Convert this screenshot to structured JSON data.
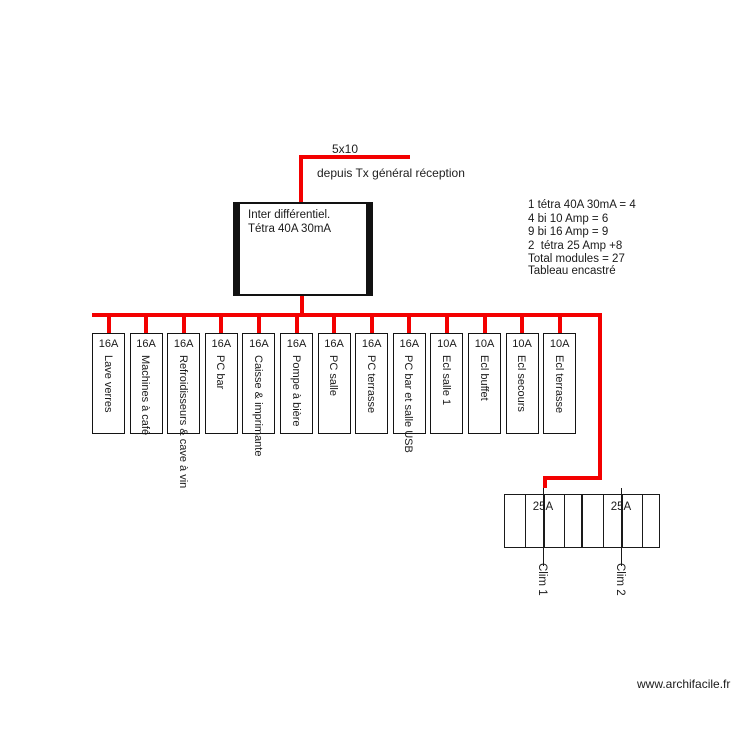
{
  "page": {
    "footer": "www.archifacile.fr"
  },
  "feed": {
    "cable_label": "5x10",
    "source_label": "depuis Tx général réception"
  },
  "main_device": {
    "line1": "Inter différentiel.",
    "line2": "Tétra 40A 30mA",
    "text": "Inter différentiel.\nTétra 40A 30mA"
  },
  "legend": {
    "lines": "1 tétra 40A 30mA = 4\n4 bi 10 Amp = 6\n9 bi 16 Amp = 9\n2  tétra 25 Amp +8\nTotal modules = 27",
    "note": "Tableau encastré"
  },
  "breakers": [
    {
      "rating": "16A",
      "name": "Lave verres"
    },
    {
      "rating": "16A",
      "name": "Machines à café"
    },
    {
      "rating": "16A",
      "name": "Refroidisseurs & cave à vin"
    },
    {
      "rating": "16A",
      "name": "PC bar"
    },
    {
      "rating": "16A",
      "name": "Caisse & imprimante"
    },
    {
      "rating": "16A",
      "name": "Pompe à bière"
    },
    {
      "rating": "16A",
      "name": "PC salle"
    },
    {
      "rating": "16A",
      "name": "PC terrasse"
    },
    {
      "rating": "16A",
      "name": "PC bar et salle USB"
    },
    {
      "rating": "10A",
      "name": "Ecl salle 1"
    },
    {
      "rating": "10A",
      "name": "Ecl buffet"
    },
    {
      "rating": "10A",
      "name": "Ecl secours"
    },
    {
      "rating": "10A",
      "name": "Ecl terrasse"
    }
  ],
  "clim_units": [
    {
      "rating": "25A",
      "name": "Clim 1"
    },
    {
      "rating": "25A",
      "name": "Clim 2"
    }
  ],
  "colors": {
    "wire": "#f30000",
    "outline": "#141414"
  }
}
